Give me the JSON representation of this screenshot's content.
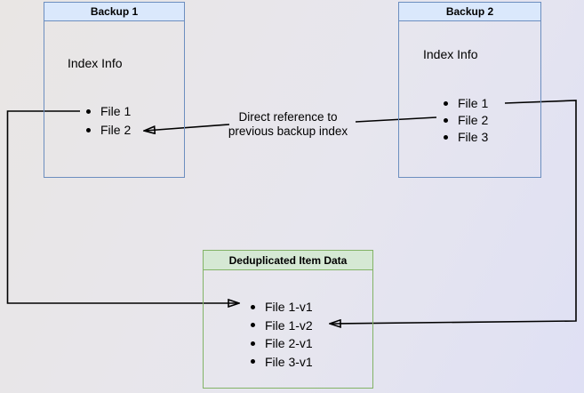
{
  "backup1": {
    "title": "Backup 1",
    "subtitle": "Index Info",
    "files": [
      "File 1",
      "File 2"
    ]
  },
  "backup2": {
    "title": "Backup 2",
    "subtitle": "Index Info",
    "files": [
      "File 1",
      "File 2",
      "File 3"
    ]
  },
  "dedup": {
    "title": "Deduplicated Item Data",
    "files": [
      "File 1-v1",
      "File 1-v2",
      "File 2-v1",
      "File 3-v1"
    ]
  },
  "annotation": {
    "line1": "Direct reference to",
    "line2": "previous backup index"
  },
  "colors": {
    "blue_fill": "#dae8fc",
    "blue_border": "#6c8ebf",
    "green_fill": "#d5e8d4",
    "green_border": "#82b366",
    "line": "#000000",
    "bg_left": "#e9e6e4",
    "bg_right": "#dfe0f4"
  }
}
